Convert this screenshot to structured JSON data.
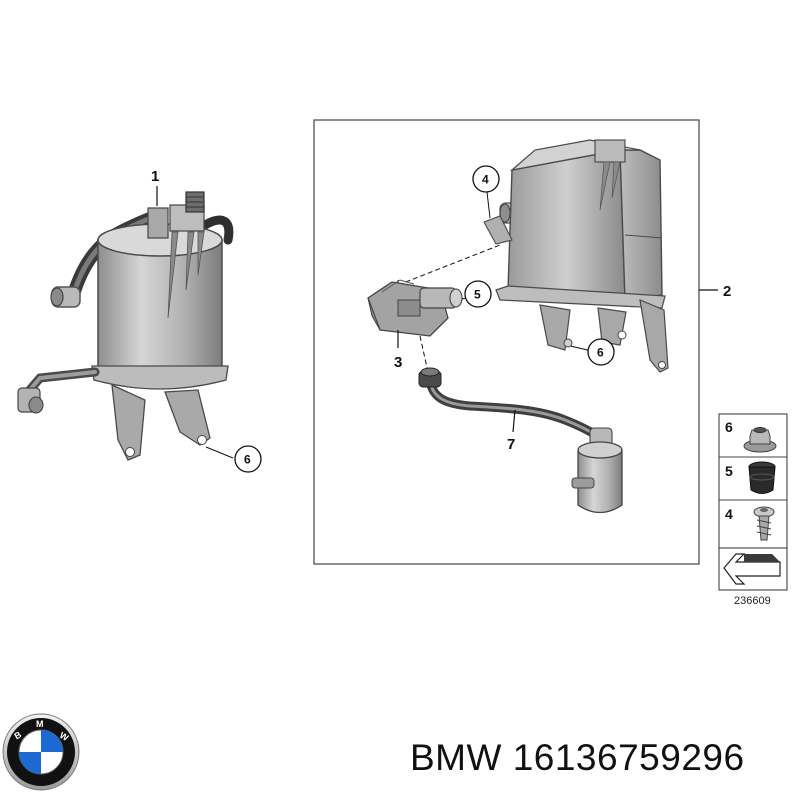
{
  "diagram": {
    "callouts": {
      "c1": "1",
      "c2": "2",
      "c3": "3",
      "c4": "4",
      "c5": "5",
      "c6_left": "6",
      "c6_right": "6",
      "c7": "7"
    },
    "legend": {
      "item6": "6",
      "item5": "5",
      "item4": "4"
    },
    "reference_code": "236609"
  },
  "logo": {
    "name": "bmw-roundel-icon",
    "text": "BMW",
    "colors": {
      "blue": "#1c69d4",
      "white": "#ffffff",
      "ring": "#111111",
      "chrome": "#c8c8c8"
    }
  },
  "footer": {
    "brand_part": "BMW 16136759296"
  }
}
